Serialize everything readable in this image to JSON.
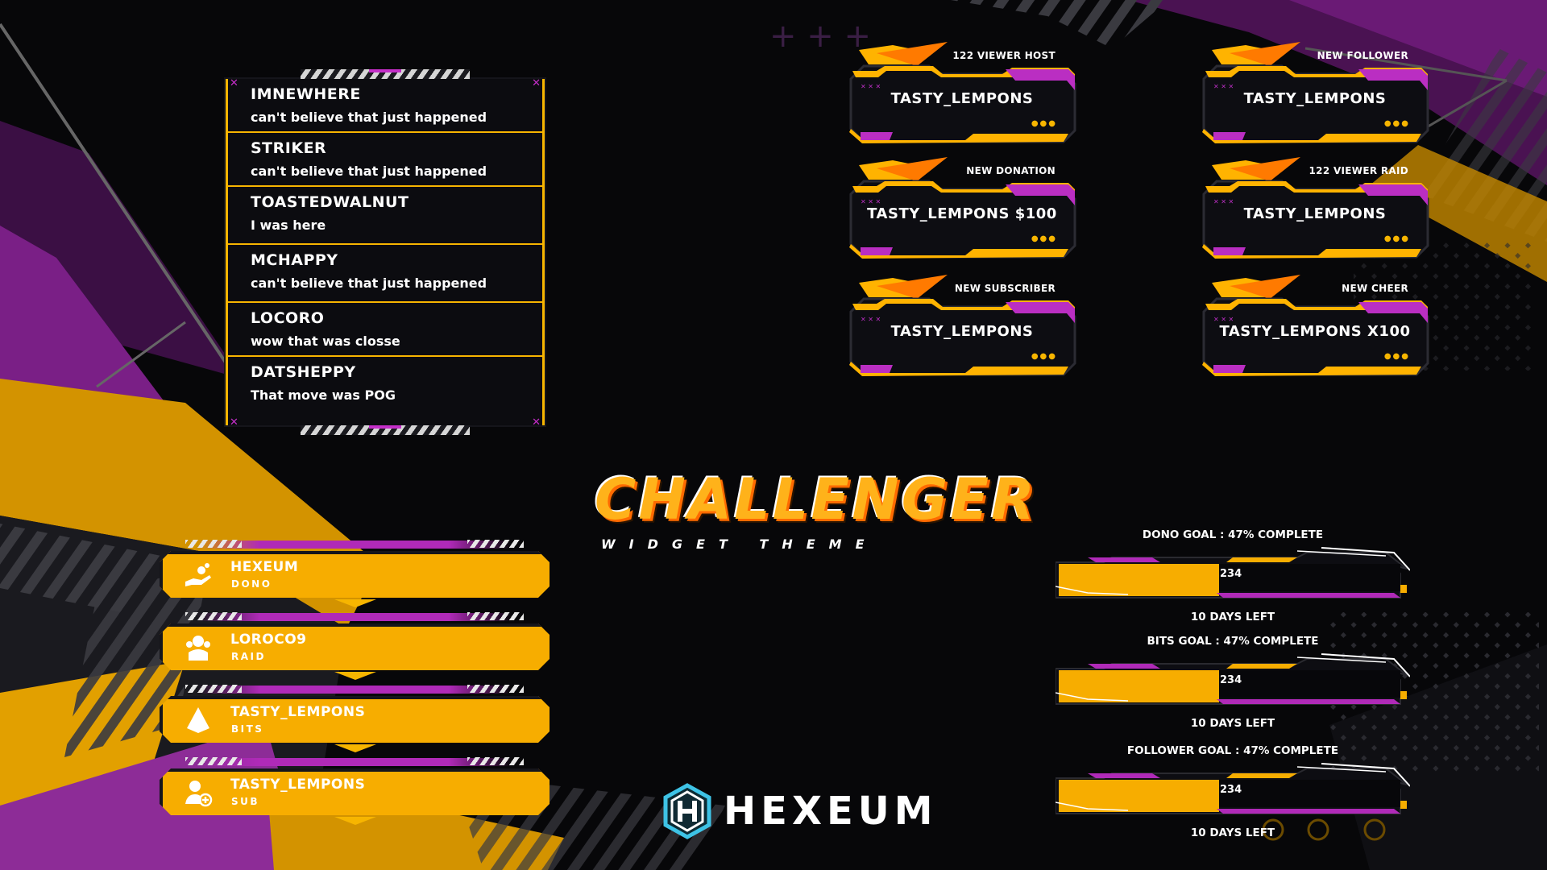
{
  "colors": {
    "accent_yellow": "#f7b500",
    "accent_purple": "#b02ab8",
    "background": "#070709"
  },
  "chat": {
    "messages": [
      {
        "user": "IMNEWHERE",
        "text": "can't believe that just happened"
      },
      {
        "user": "STRIKER",
        "text": "can't believe that just happened"
      },
      {
        "user": "TOASTEDWALNUT",
        "text": "I was here"
      },
      {
        "user": "MCHAPPY",
        "text": "can't believe that just happened"
      },
      {
        "user": "LOCORO",
        "text": "wow that was closse"
      },
      {
        "user": "DATSHEPPY",
        "text": "That move was POG"
      }
    ]
  },
  "alerts": [
    {
      "label": "122 VIEWER HOST",
      "name": "TASTY_LEMPONS"
    },
    {
      "label": "NEW FOLLOWER",
      "name": "TASTY_LEMPONS"
    },
    {
      "label": "NEW DONATION",
      "name": "TASTY_LEMPONS $100"
    },
    {
      "label": "122 VIEWER RAID",
      "name": "TASTY_LEMPONS"
    },
    {
      "label": "NEW SUBSCRIBER",
      "name": "TASTY_LEMPONS"
    },
    {
      "label": "NEW CHEER",
      "name": "TASTY_LEMPONS X100"
    }
  ],
  "title": {
    "main": "CHALLENGER",
    "sub": "WIDGET THEME"
  },
  "events": [
    {
      "name": "HEXEUM",
      "type": "DONO",
      "icon": "donation-hand-icon"
    },
    {
      "name": "LOROCO9",
      "type": "RAID",
      "icon": "raid-group-icon"
    },
    {
      "name": "TASTY_LEMPONS",
      "type": "BITS",
      "icon": "bits-gem-icon"
    },
    {
      "name": "TASTY_LEMPONS",
      "type": "SUB",
      "icon": "subscriber-add-icon"
    }
  ],
  "goals": [
    {
      "title": "DONO GOAL : 47% COMPLETE",
      "value": "234",
      "progress": 0.47,
      "days_left": "10 DAYS LEFT"
    },
    {
      "title": "BITS GOAL : 47% COMPLETE",
      "value": "234",
      "progress": 0.47,
      "days_left": "10 DAYS LEFT"
    },
    {
      "title": "FOLLOWER GOAL : 47% COMPLETE",
      "value": "234",
      "progress": 0.47,
      "days_left": "10 DAYS LEFT"
    }
  ],
  "logo": {
    "text": "HEXEUM",
    "icon": "hexeum-h-hexagon-icon"
  }
}
